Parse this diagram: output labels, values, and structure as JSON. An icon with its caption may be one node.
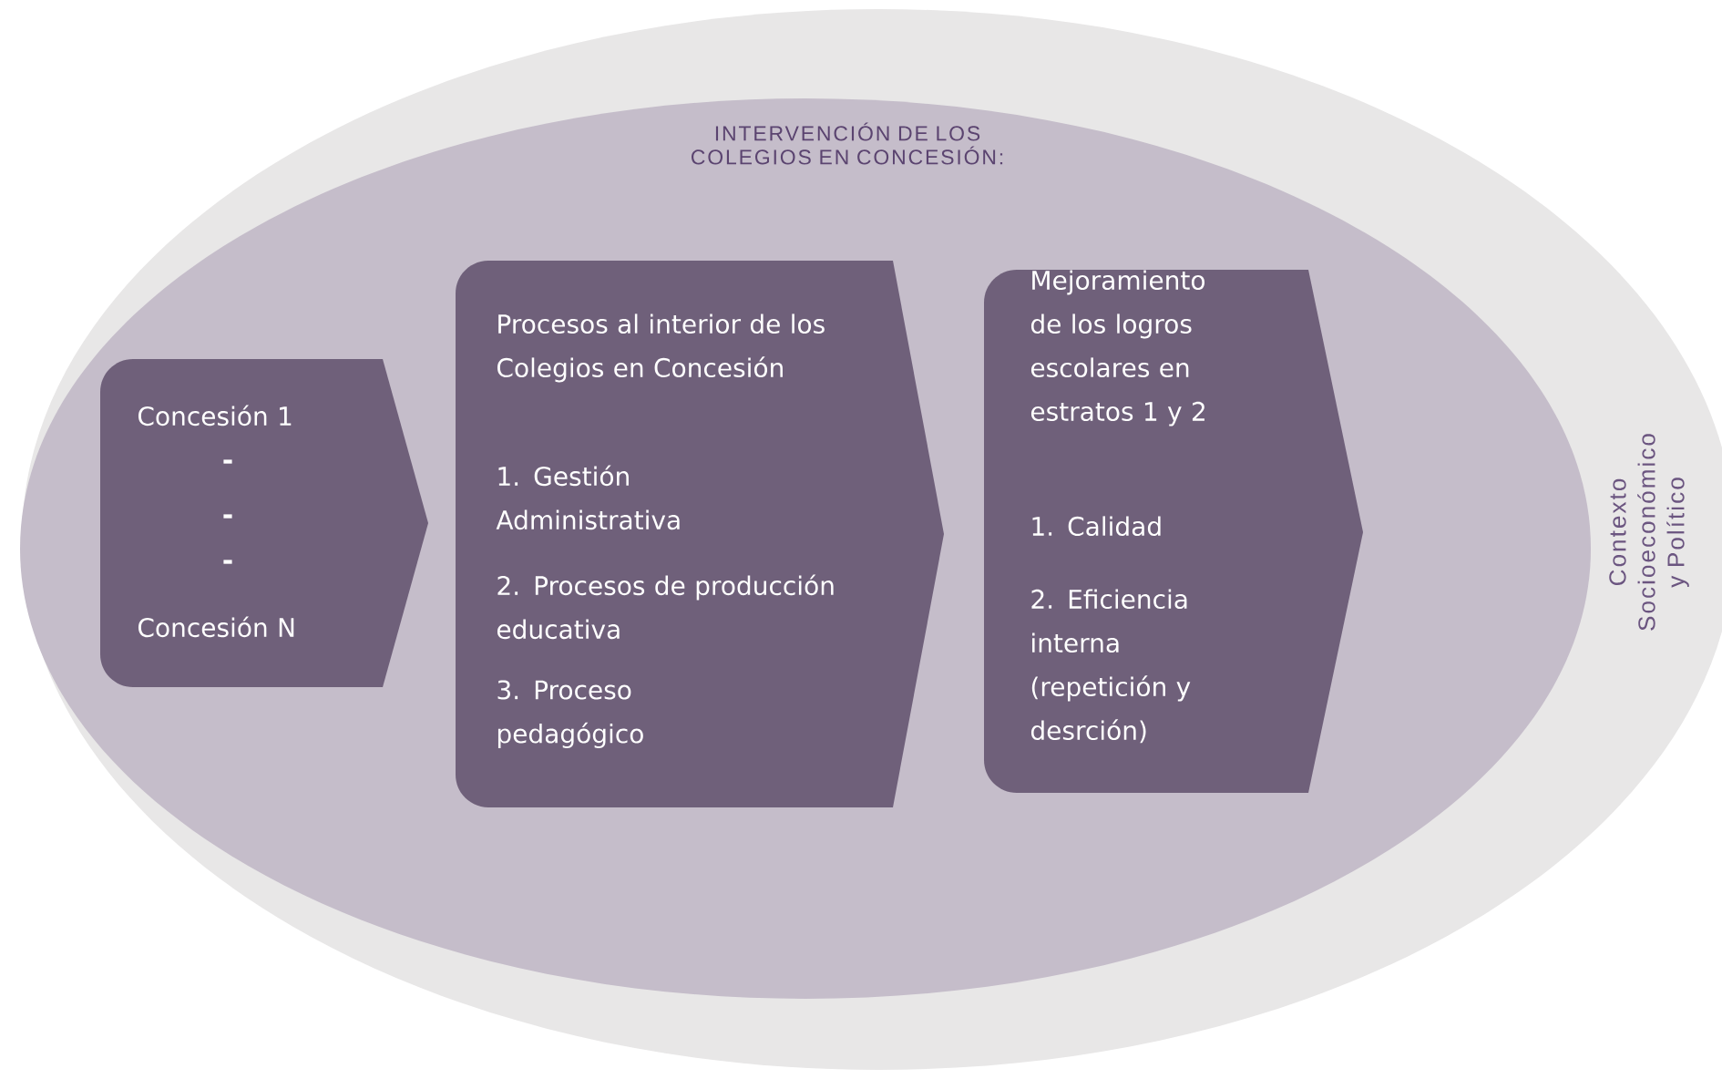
{
  "diagram": {
    "nodes": [
      {
        "text": [
          "Contexto Socioeconómico y Político"
        ]
      },
      {
        "text": [
          "INTERVENCIÓN DE LOS COLEGIOS EN CONCESIÓN:"
        ],
        "in": 0
      },
      {
        "text": [
          "Concesión 1",
          "-",
          "-",
          "-",
          "Concesión N"
        ],
        "in": 1
      },
      {
        "text": [
          "Procesos al interior de los Colegios en Concesión",
          "1. Gestión Administrativa",
          "2. Procesos de producción educativa",
          "3. Proceso pedagógico"
        ],
        "in": 1
      },
      {
        "text": [
          "Mejoramiento de los logros escolares en estratos 1 y 2",
          "1. Calidad",
          "2. Eficiencia interna (repetición y desrción)"
        ],
        "in": 1
      }
    ]
  }
}
